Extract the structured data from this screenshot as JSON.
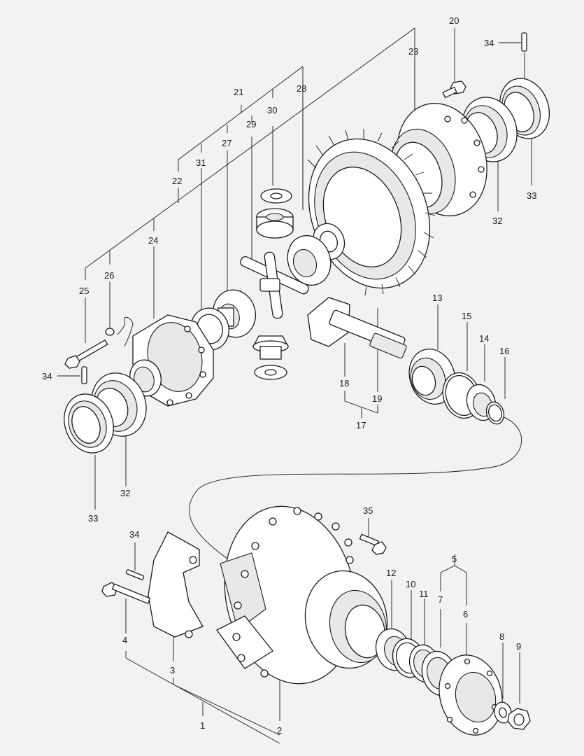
{
  "diagram": {
    "part_numbers": {
      "n1": "1",
      "n2": "2",
      "n3": "3",
      "n4": "4",
      "n5": "5",
      "n6": "6",
      "n7": "7",
      "n8": "8",
      "n9": "9",
      "n10": "10",
      "n11": "11",
      "n12": "12",
      "n13": "13",
      "n14": "14",
      "n15": "15",
      "n16": "16",
      "n17": "17",
      "n18": "18",
      "n19": "19",
      "n20": "20",
      "n21": "21",
      "n22": "22",
      "n23": "23",
      "n24": "24",
      "n25": "25",
      "n26": "26",
      "n27": "27",
      "n28": "28",
      "n29": "29",
      "n30": "30",
      "n31": "31",
      "n32": "32",
      "n33": "33",
      "n34": "34",
      "n35": "35"
    }
  }
}
